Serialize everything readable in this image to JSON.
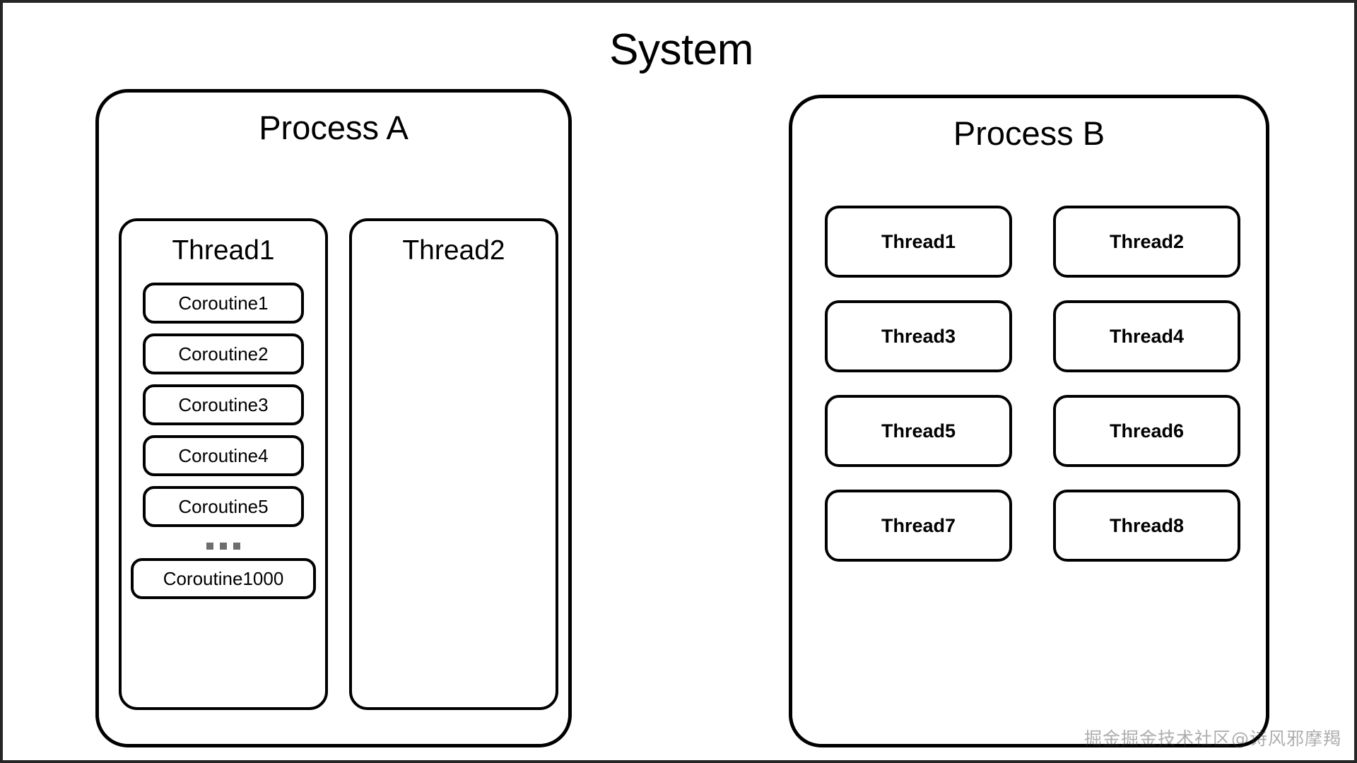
{
  "title": "System",
  "colors": {
    "stroke": "#000000",
    "background": "#ffffff",
    "frame_border": "#262626",
    "ellipsis_dot": "#6e6e6e",
    "watermark": "rgba(60,60,60,0.42)"
  },
  "processes": {
    "a": {
      "label": "Process A",
      "threads": [
        {
          "label": "Thread1",
          "coroutines": [
            "Coroutine1",
            "Coroutine2",
            "Coroutine3",
            "Coroutine4",
            "Coroutine5"
          ],
          "ellipsis": "...",
          "last_coroutine": "Coroutine1000"
        },
        {
          "label": "Thread2",
          "coroutines": []
        }
      ]
    },
    "b": {
      "label": "Process B",
      "threads": [
        "Thread1",
        "Thread2",
        "Thread3",
        "Thread4",
        "Thread5",
        "Thread6",
        "Thread7",
        "Thread8"
      ]
    }
  },
  "watermark": "掘金掘金技术社区@诗风邪摩羯"
}
